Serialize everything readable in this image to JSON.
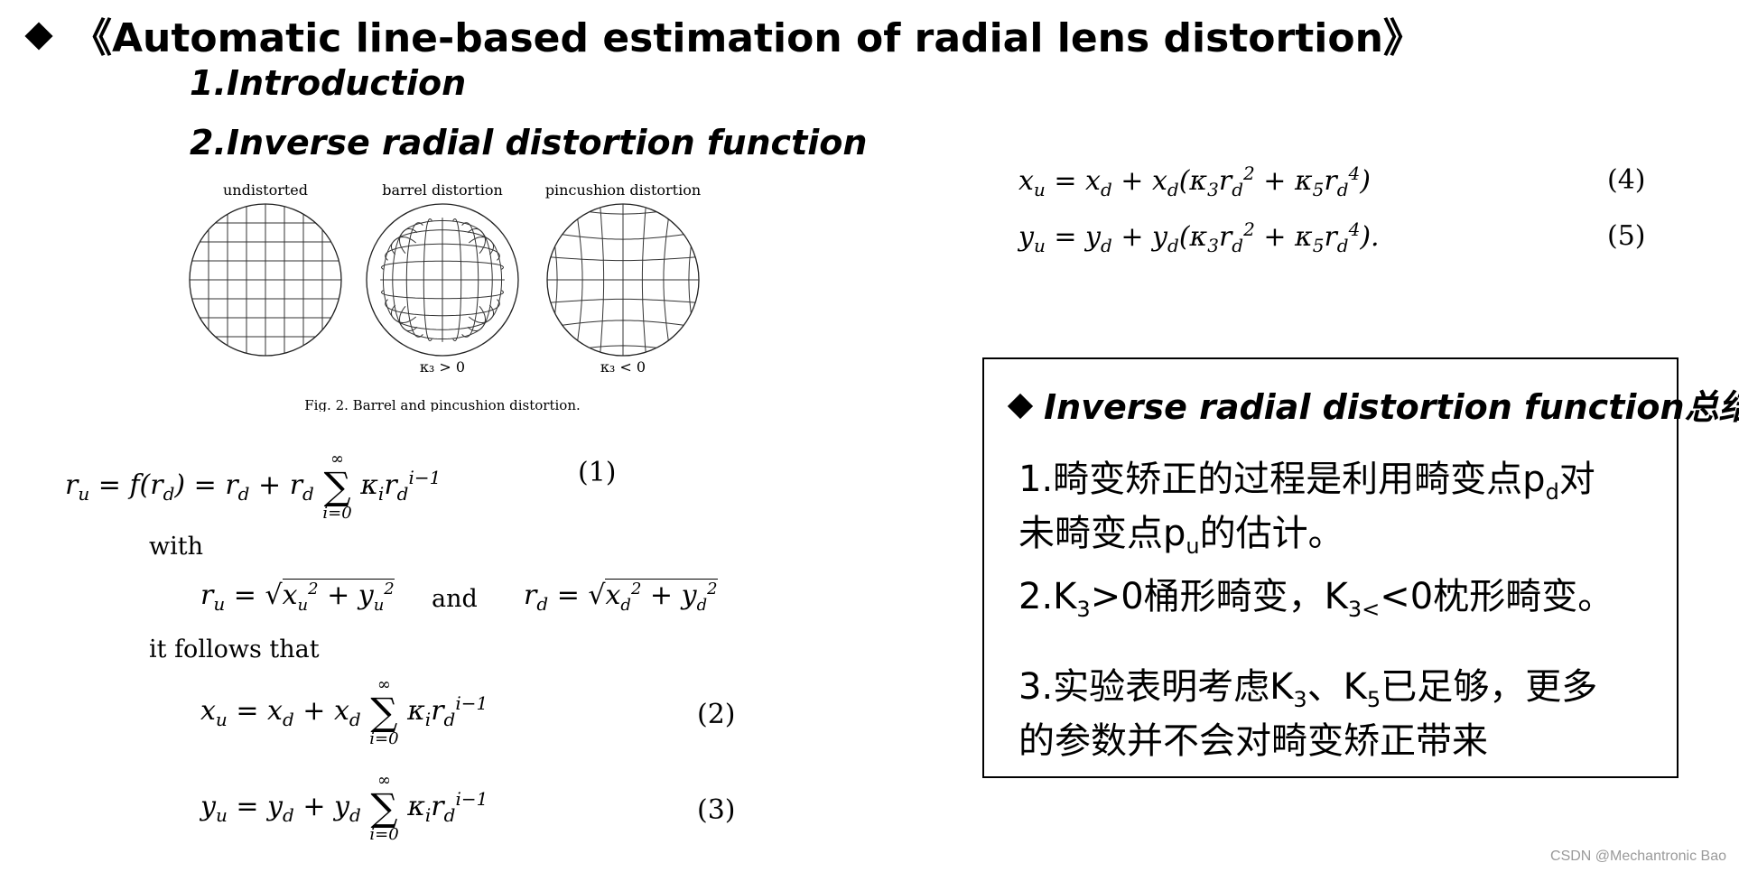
{
  "slide": {
    "title": "《Automatic line-based estimation of radial lens distortion》",
    "sections": [
      "1.Introduction",
      "2.Inverse radial distortion function"
    ]
  },
  "figure": {
    "panel_labels": [
      "undistorted",
      "barrel  distortion",
      "pincushion  distortion"
    ],
    "kappa_barrel": "κ₃ > 0",
    "kappa_pincushion": "κ₃ < 0",
    "caption": "Fig. 2. Barrel and pincushion distortion."
  },
  "paper_text": {
    "with": "with",
    "and": "and",
    "it_follows": "it follows that"
  },
  "equations": {
    "eq1_number": "(1)",
    "eq2_number": "(2)",
    "eq3_number": "(3)",
    "eq4_number": "(4)",
    "eq5_number": "(5)"
  },
  "summary": {
    "heading_en": "Inverse radial distortion function",
    "heading_zh": "总结",
    "item1": {
      "a": "1.畸变矫正的过程是利用畸变点p",
      "a_sub": "d",
      "b": "对",
      "c": "未畸变点p",
      "c_sub": "u",
      "d": "的估计。"
    },
    "item2": {
      "a": "2.K",
      "a_sub": "3",
      "b": ">0桶形畸变，K",
      "b_sub": "3<",
      "c": "<0枕形畸变。"
    },
    "item3": {
      "a": "3.实验表明考虑K",
      "a_sub": "3",
      "b": "、K",
      "b_sub": "5",
      "c": "已足够，更多",
      "d": "的参数并不会对畸变矫正带来"
    }
  },
  "watermark": "CSDN @Mechantronic Bao"
}
